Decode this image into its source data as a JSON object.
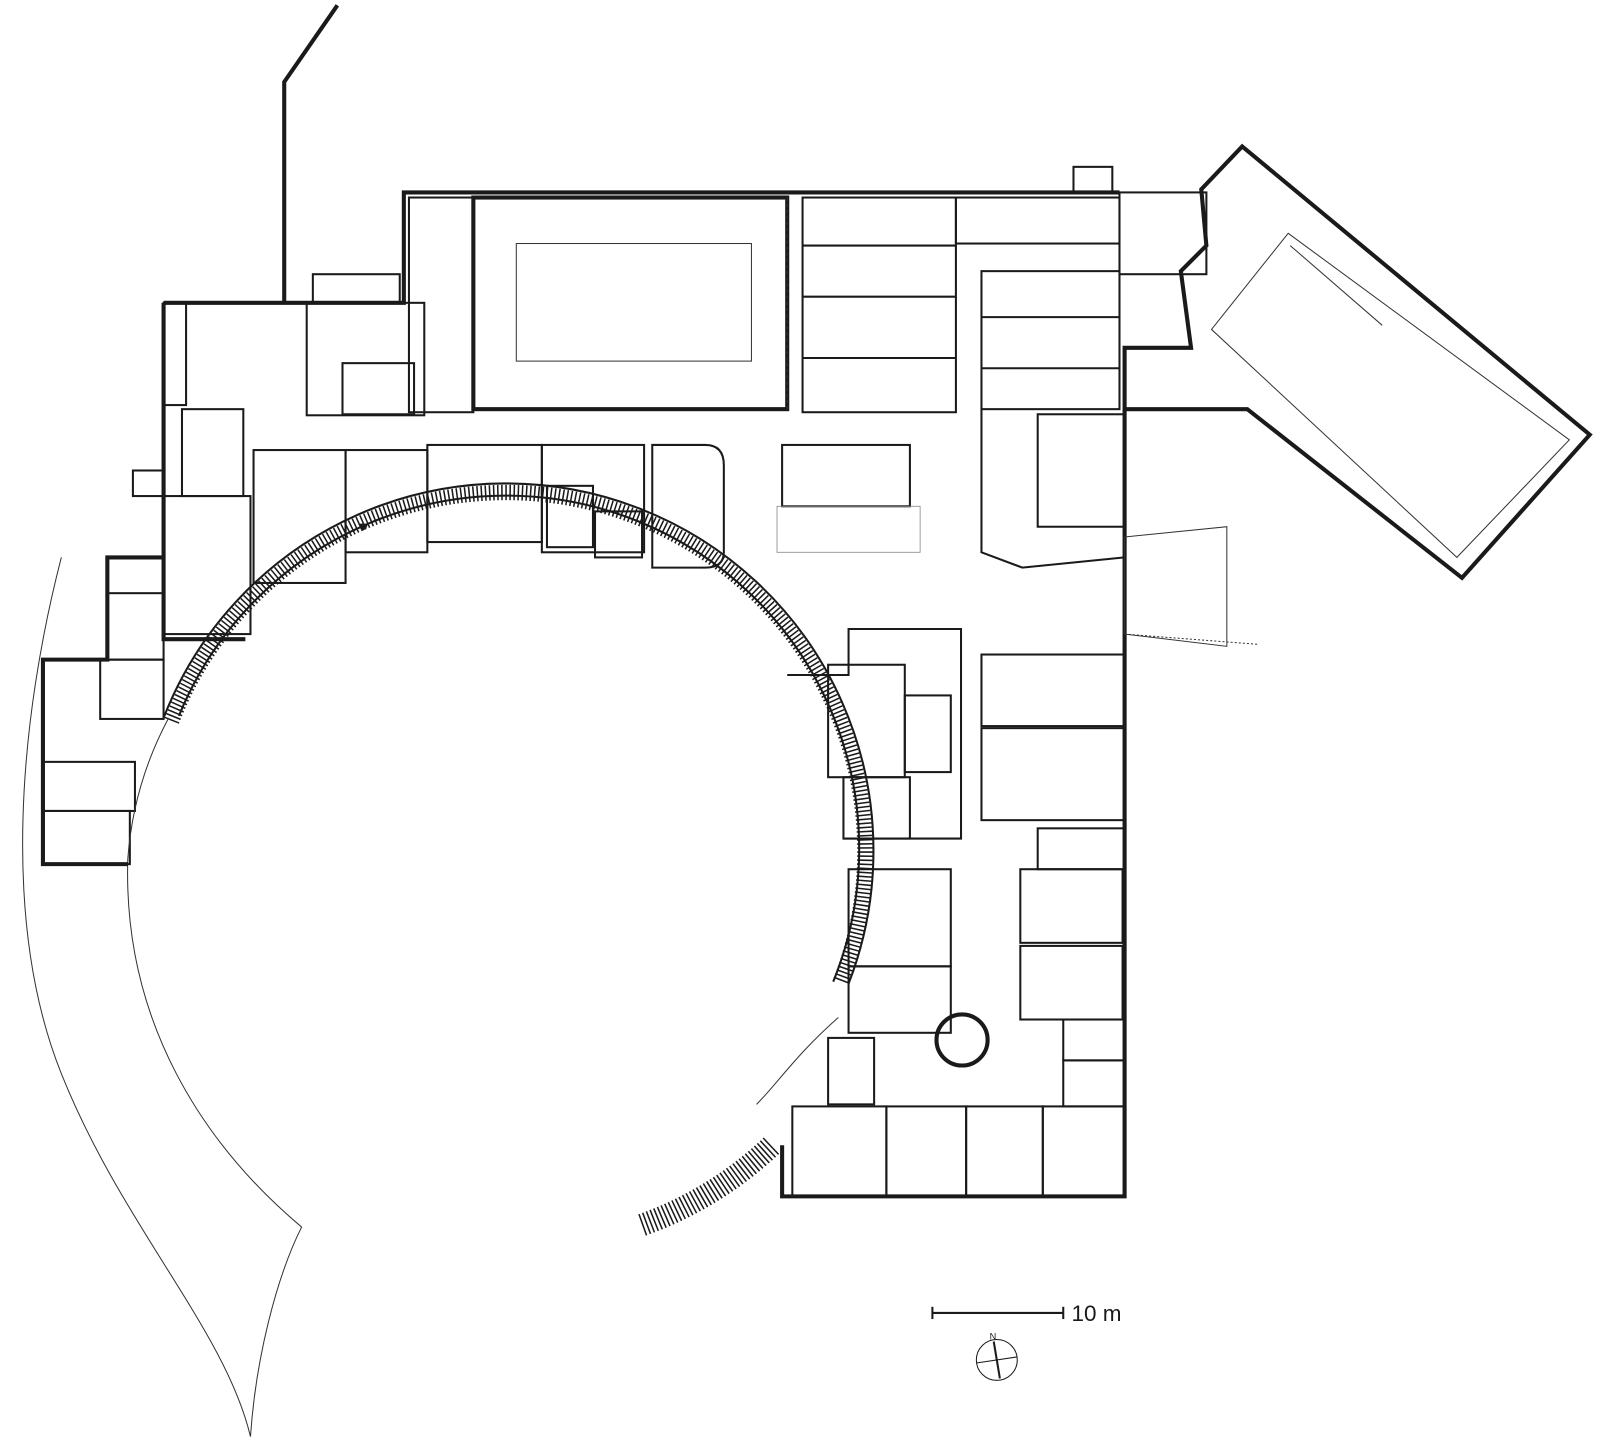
{
  "plan": {
    "scale_bar": {
      "label": "10 m",
      "length_m": 10
    },
    "north_arrow": {
      "label": "N"
    }
  }
}
